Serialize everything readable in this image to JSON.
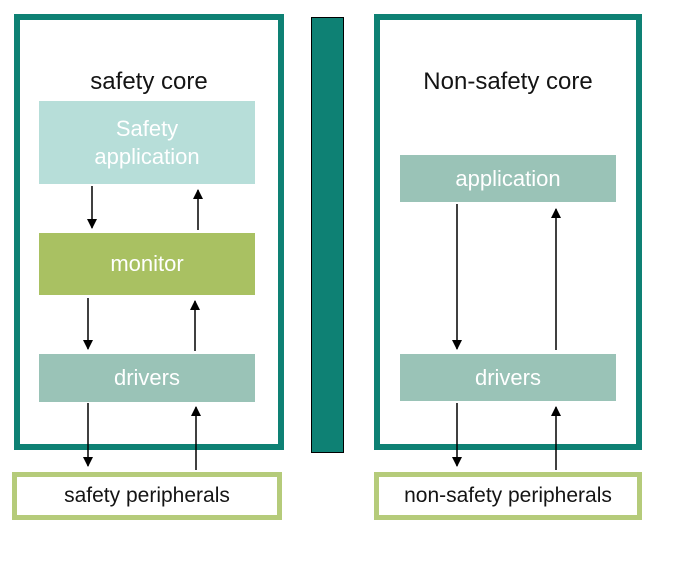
{
  "left_core": {
    "title": "safety core",
    "application_label": "Safety\napplication",
    "monitor_label": "monitor",
    "drivers_label": "drivers",
    "peripherals_label": "safety peripherals"
  },
  "right_core": {
    "title": "Non-safety core",
    "application_label": "application",
    "drivers_label": "drivers",
    "peripherals_label": "non-safety peripherals"
  },
  "colors": {
    "core_border_teal": "#0E8174",
    "separator_bar_teal": "#0E8174",
    "light_teal_fill": "#B7DED9",
    "olive_green_fill": "#A9C162",
    "sage_green_fill": "#9AC3B7",
    "peripheral_border_green": "#B5CB7A",
    "box_label_text": "#FFFFFF",
    "title_text": "#141414",
    "arrow": "#000000"
  }
}
